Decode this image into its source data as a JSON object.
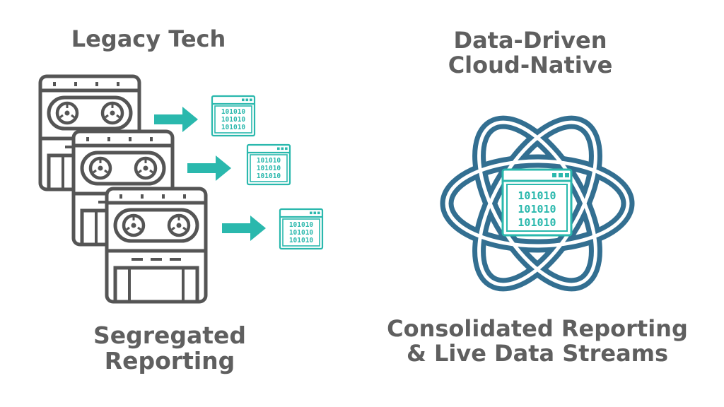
{
  "left_panel": {
    "title": "Legacy Tech",
    "caption_line1": "Segregated",
    "caption_line2": "Reporting",
    "data_window_lines": [
      "101010",
      "101010",
      "101010"
    ]
  },
  "right_panel": {
    "title_line1": "Data-Driven",
    "title_line2": "Cloud-Native",
    "caption_line1": "Consolidated Reporting",
    "caption_line2": "& Live Data Streams",
    "data_window_lines": [
      "101010",
      "101010",
      "101010"
    ]
  },
  "colors": {
    "text": "#5f5f5f",
    "machine_outline": "#555555",
    "teal": "#2ab8ad",
    "ribbon": "#336f91"
  },
  "icons": [
    "tape-machine-icon",
    "arrow-right-icon",
    "data-window-icon",
    "interwoven-ribbon-icon"
  ]
}
